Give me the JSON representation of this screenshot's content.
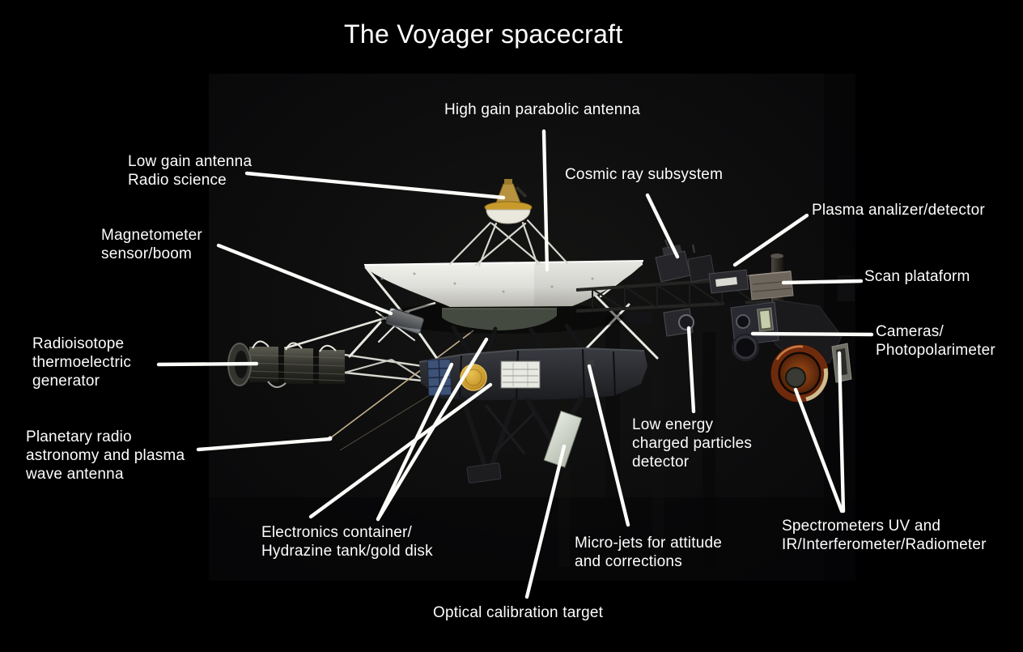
{
  "title": "The Voyager spacecraft",
  "labels": {
    "high_gain": "High gain parabolic antenna",
    "low_gain": "Low gain antenna\nRadio science",
    "cosmic_ray": "Cosmic ray subsystem",
    "plasma": "Plasma analizer/detector",
    "magnetometer": "Magnetometer\nsensor/boom",
    "scan_platform": "Scan plataform",
    "cameras": "Cameras/\nPhotopolarimeter",
    "rtg": "Radioisotope\nthermoelectric\ngenerator",
    "planetary_radio": "Planetary radio\nastronomy and plasma\nwave antenna",
    "low_energy": "Low energy\ncharged particles\ndetector",
    "electronics": "Electronics container/\nHydrazine tank/gold disk",
    "micro_jets": "Micro-jets for attitude\nand corrections",
    "spectrometers": "Spectrometers UV and\nIR/Interferometer/Radiometer",
    "optical_target": "Optical calibration target"
  },
  "colors": {
    "background": "#000000",
    "photo_backdrop": "#0d0d0e",
    "label_text": "#ffffff",
    "leader_line": "#fcfcf9",
    "dish": "#e3e3db",
    "gold_record": "#c9972b",
    "low_gain_cone": "#b8933f",
    "rtg_metal": "#3a3a34",
    "iris_ring": "#7a2e0a",
    "scan_platform_band": "#6e665c",
    "optical_target": "#d4d9cf"
  }
}
